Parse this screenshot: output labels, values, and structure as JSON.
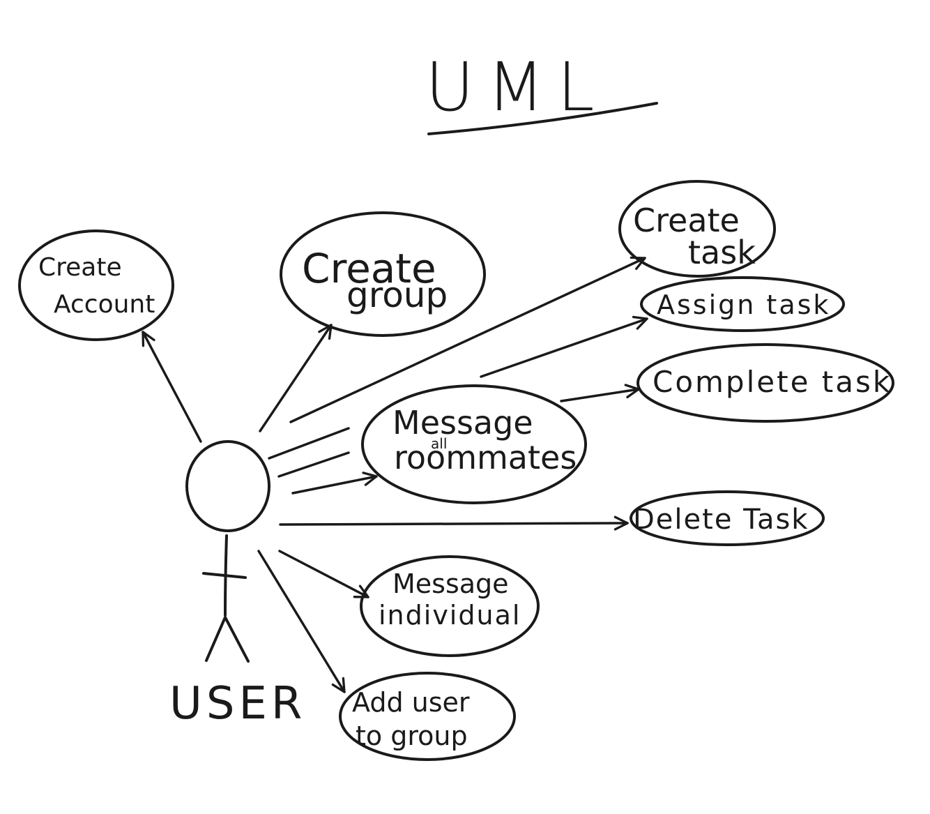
{
  "diagram": {
    "title": "UML",
    "actor": {
      "label": "USER"
    },
    "use_cases": {
      "create_account": {
        "line1": "Create",
        "line2": "Account"
      },
      "create_group": {
        "line1": "Create",
        "line2": "group"
      },
      "create_task": {
        "line1": "Create",
        "line2": "task"
      },
      "assign_task": {
        "line1": "Assign task"
      },
      "complete_task": {
        "line1": "Complete task"
      },
      "message_all": {
        "line1": "Message",
        "small": "all",
        "line2": "roommates"
      },
      "delete_task": {
        "line1": "Delete Task"
      },
      "message_individual": {
        "line1": "Message",
        "line2": "individual"
      },
      "add_user": {
        "line1": "Add user",
        "line2": "to group"
      }
    }
  }
}
